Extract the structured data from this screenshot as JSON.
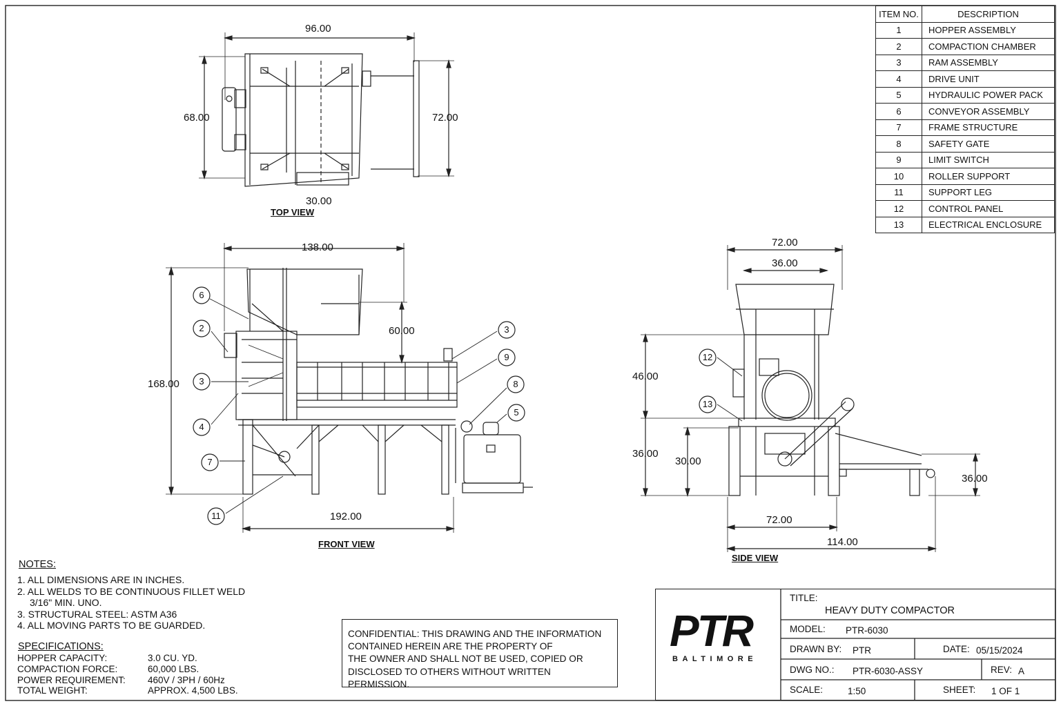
{
  "views": {
    "top": {
      "caption": "TOP VIEW",
      "dims": [
        "96.00",
        "68.00",
        "72.00",
        "30.00"
      ]
    },
    "front": {
      "caption": "FRONT VIEW",
      "dims": [
        "138.00",
        "168.00",
        "60.00",
        "192.00"
      ],
      "balloons": [
        "6",
        "2",
        "3",
        "4",
        "7",
        "11",
        "3",
        "9",
        "8",
        "5"
      ]
    },
    "side": {
      "caption": "SIDE VIEW",
      "dims": [
        "72.00",
        "36.00",
        "46.00",
        "36.00",
        "30.00",
        "36.00",
        "72.00",
        "114.00"
      ],
      "balloons": [
        "12",
        "13"
      ]
    }
  },
  "parts_list": {
    "headers": [
      "ITEM NO.",
      "DESCRIPTION"
    ],
    "rows": [
      {
        "no": "1",
        "desc": "HOPPER ASSEMBLY"
      },
      {
        "no": "2",
        "desc": "COMPACTION CHAMBER"
      },
      {
        "no": "3",
        "desc": "RAM ASSEMBLY"
      },
      {
        "no": "4",
        "desc": "DRIVE UNIT"
      },
      {
        "no": "5",
        "desc": "HYDRAULIC POWER PACK"
      },
      {
        "no": "6",
        "desc": "CONVEYOR ASSEMBLY"
      },
      {
        "no": "7",
        "desc": "FRAME STRUCTURE"
      },
      {
        "no": "8",
        "desc": "SAFETY GATE"
      },
      {
        "no": "9",
        "desc": "LIMIT SWITCH"
      },
      {
        "no": "10",
        "desc": "ROLLER SUPPORT"
      },
      {
        "no": "11",
        "desc": "SUPPORT LEG"
      },
      {
        "no": "12",
        "desc": "CONTROL PANEL"
      },
      {
        "no": "13",
        "desc": "ELECTRICAL ENCLOSURE"
      }
    ]
  },
  "notes": {
    "heading": "NOTES:",
    "lines": [
      "1. ALL DIMENSIONS ARE IN INCHES.",
      "2. ALL WELDS TO BE CONTINUOUS FILLET WELD",
      "    3/16\" MIN. UNO.",
      "3. STRUCTURAL STEEL: ASTM A36",
      "4. ALL MOVING PARTS TO BE GUARDED."
    ]
  },
  "specifications": {
    "heading": "SPECIFICATIONS:",
    "rows": [
      {
        "label": "HOPPER CAPACITY:",
        "value": "3.0 CU. YD."
      },
      {
        "label": "COMPACTION FORCE:",
        "value": "60,000 LBS."
      },
      {
        "label": "POWER REQUIREMENT:",
        "value": "460V / 3PH / 60Hz"
      },
      {
        "label": "TOTAL WEIGHT:",
        "value": "APPROX. 4,500 LBS."
      }
    ]
  },
  "confidential": {
    "lines": [
      "CONFIDENTIAL: THIS DRAWING AND THE INFORMATION",
      "CONTAINED HEREIN ARE THE PROPERTY OF",
      "THE OWNER AND SHALL NOT BE USED, COPIED OR",
      "DISCLOSED TO OTHERS WITHOUT WRITTEN PERMISSION."
    ]
  },
  "title_block": {
    "logo": "PTR",
    "logo_sub": "BALTIMORE",
    "title_label": "TITLE:",
    "title": "HEAVY DUTY COMPACTOR",
    "model_label": "MODEL:",
    "model": "PTR-6030",
    "drawn_by_label": "DRAWN BY:",
    "drawn_by": "PTR",
    "date_label": "DATE:",
    "date": "05/15/2024",
    "dwg_no_label": "DWG NO.:",
    "dwg_no": "PTR-6030-ASSY",
    "rev_label": "REV:",
    "rev": "A",
    "scale_label": "SCALE:",
    "scale": "1:50",
    "sheet_label": "SHEET:",
    "sheet": "1 OF 1"
  }
}
